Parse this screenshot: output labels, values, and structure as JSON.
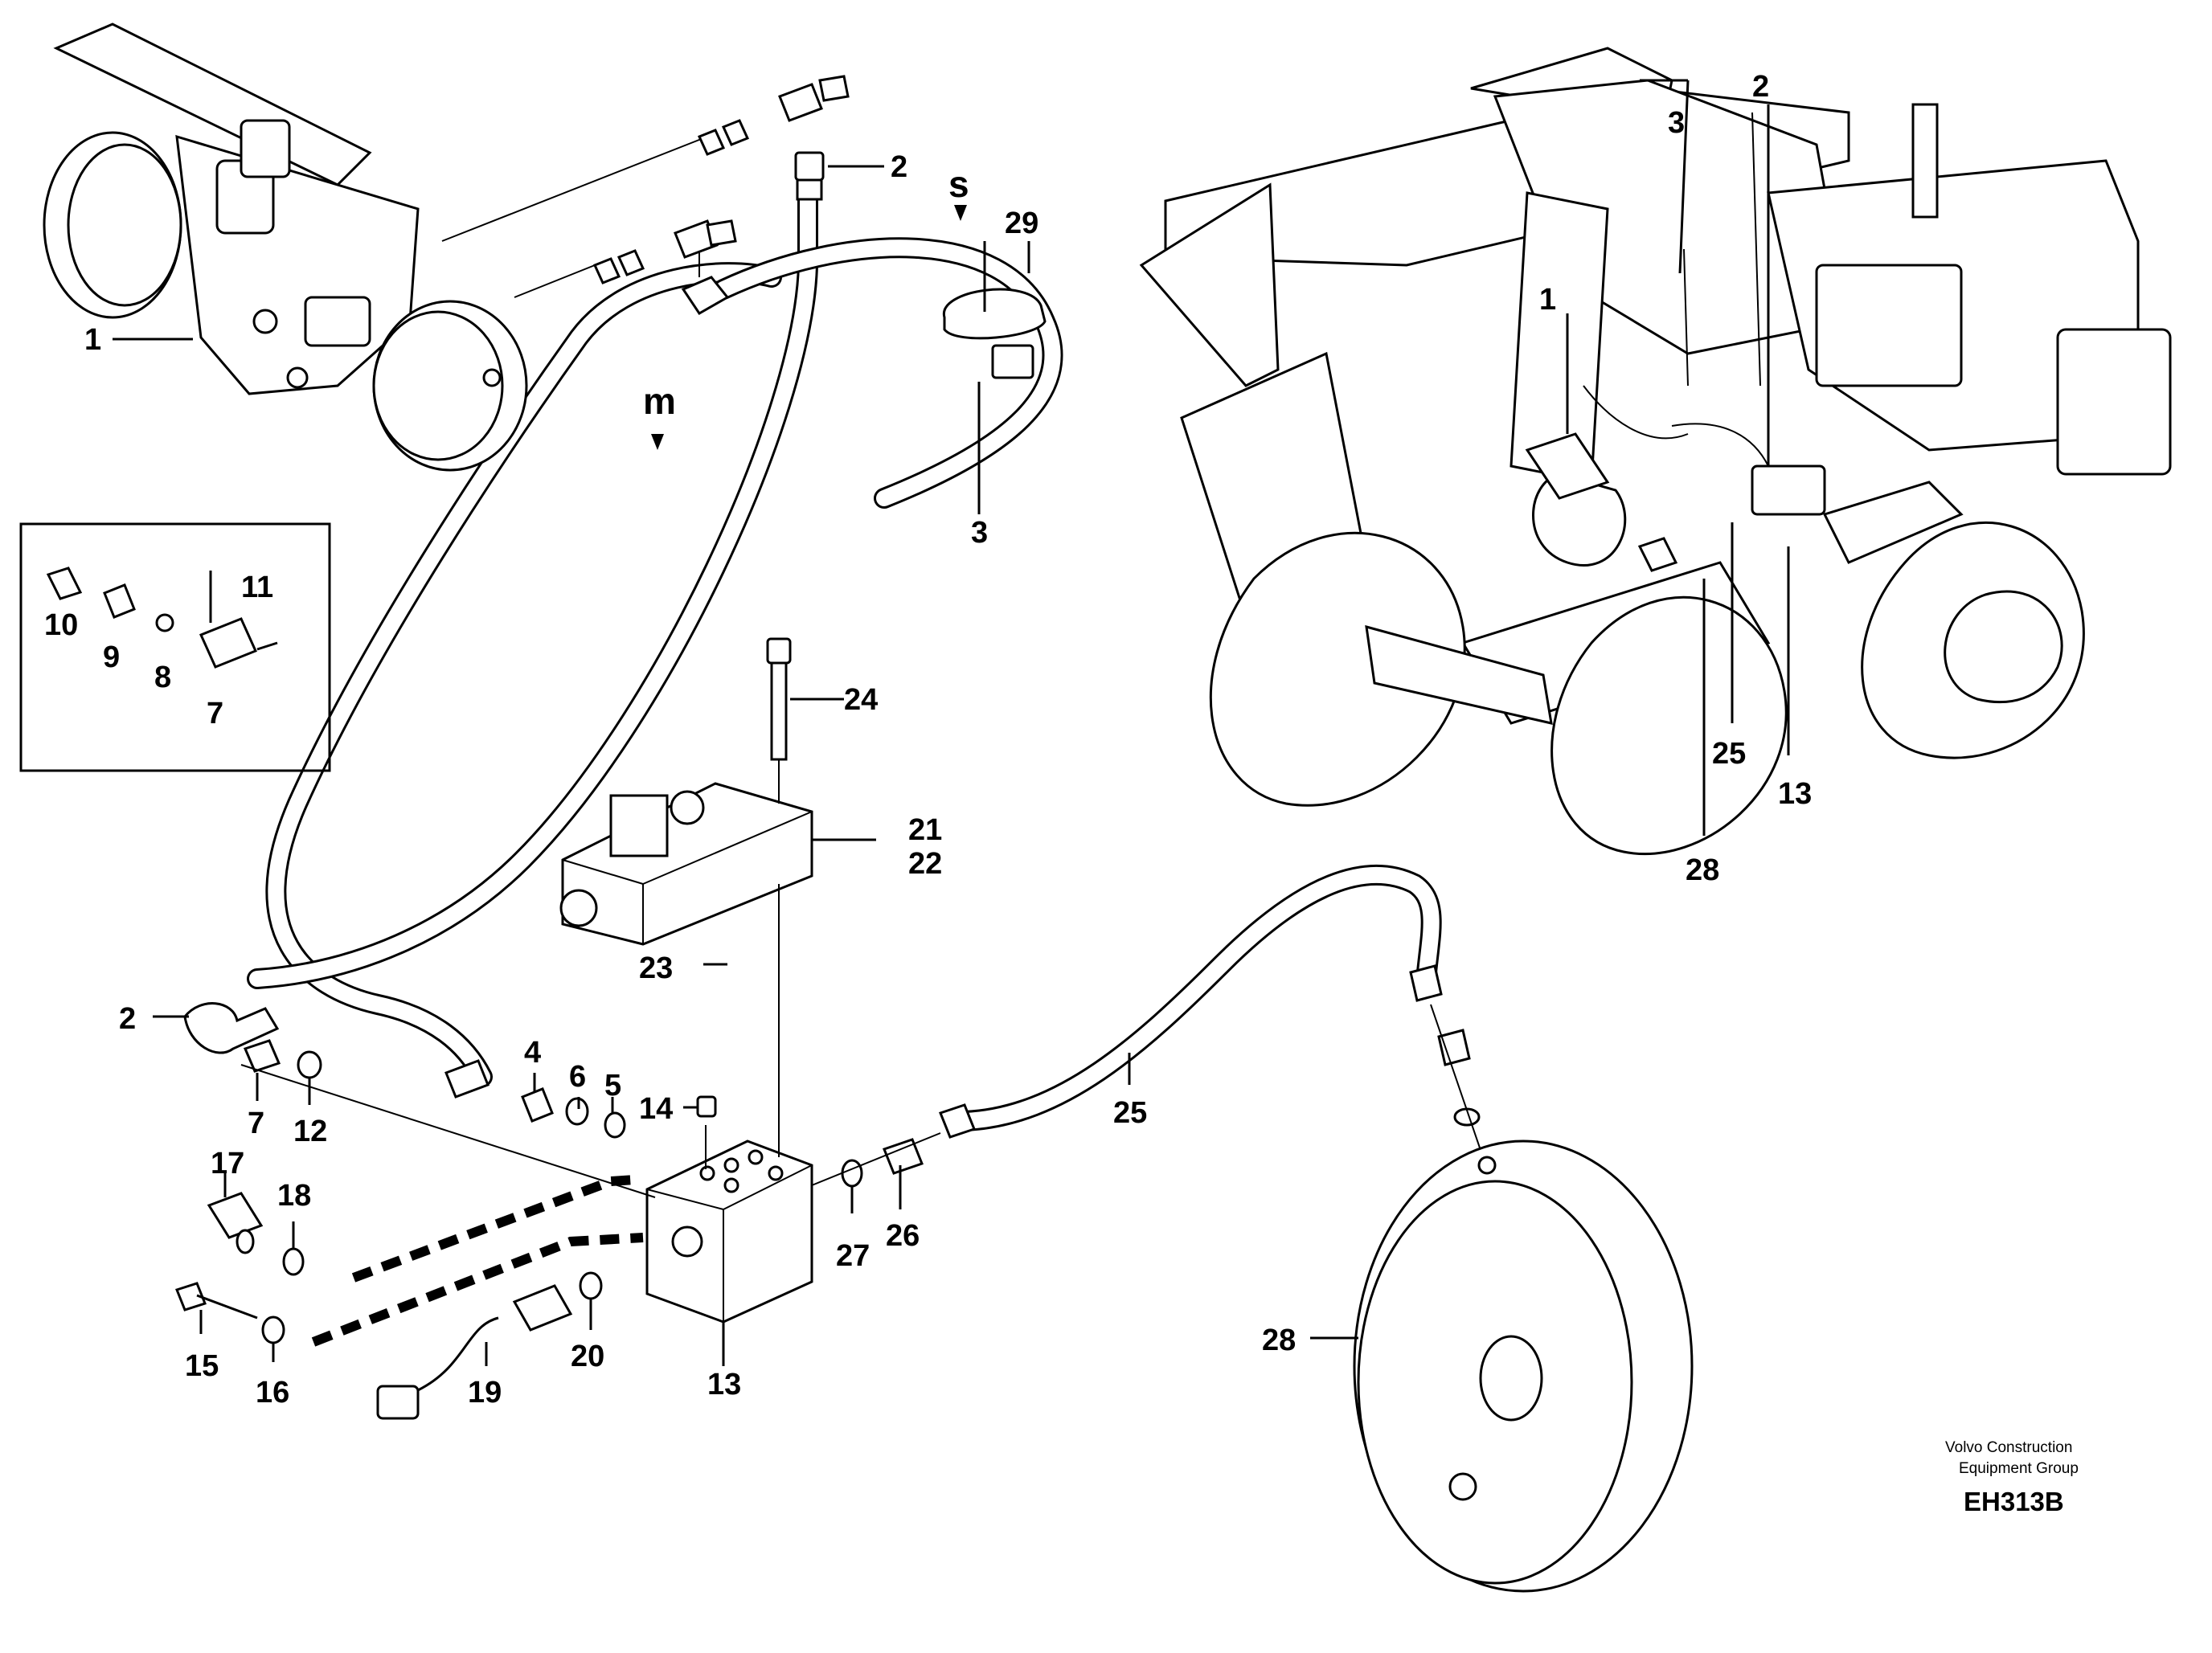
{
  "labels": {
    "l1": "1",
    "l2": "2",
    "l3": "3",
    "l4": "4",
    "l5": "5",
    "l6": "6",
    "l7": "7",
    "l8": "8",
    "l9": "9",
    "l10": "10",
    "l11": "11",
    "l12": "12",
    "l13": "13",
    "l14": "14",
    "l15": "15",
    "l16": "16",
    "l17": "17",
    "l18": "18",
    "l19": "19",
    "l20": "20",
    "l21": "21",
    "l22": "22",
    "l23": "23",
    "l24": "24",
    "l25": "25",
    "l26": "26",
    "l27": "27",
    "l28": "28",
    "l29": "29"
  },
  "markers": {
    "s": "s",
    "m": "m"
  },
  "credit": {
    "line1": "Volvo Construction",
    "line2": "Equipment Group",
    "code": "EH313B"
  }
}
